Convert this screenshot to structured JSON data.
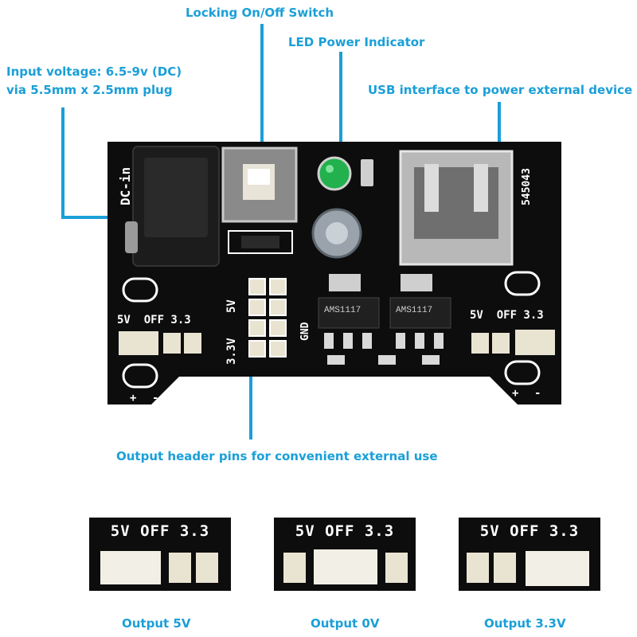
{
  "labels": {
    "input_voltage_line1": "Input voltage: 6.5-9v (DC)",
    "input_voltage_line2": "via 5.5mm x 2.5mm plug",
    "switch": "Locking On/Off Switch",
    "led": "LED Power Indicator",
    "usb": "USB interface to power external device",
    "header": "Output header pins for convenient external use"
  },
  "board": {
    "dc_label": "DC-in",
    "usb_code": "545043",
    "left_jumper_label": "5V  OFF 3.3",
    "right_jumper_label": "5V  OFF 3.3",
    "header_5v": "5V",
    "header_33v": "3.3V",
    "header_gnd": "GND",
    "regulator_1": "AMS1117",
    "regulator_2": "AMS1117",
    "plus": "+",
    "minus": "-"
  },
  "outputs": [
    {
      "jumper_label": "5V OFF 3.3",
      "caption": "Output 5V"
    },
    {
      "jumper_label": "5V OFF 3.3",
      "caption": "Output 0V"
    },
    {
      "jumper_label": "5V OFF 3.3",
      "caption": "Output 3.3V"
    }
  ],
  "colors": {
    "accent": "#1a9fd8",
    "board": "#0d0d0d",
    "led": "#22b14c"
  }
}
